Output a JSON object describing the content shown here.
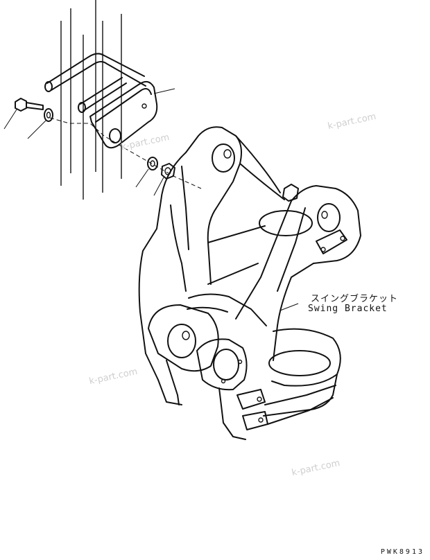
{
  "part": {
    "name_jp": "スイングブラケット",
    "name_en": "Swing Bracket"
  },
  "drawing_code": "PWK8913",
  "watermarks": [
    "k-part.com",
    "k-part.com",
    "k-part.com",
    "k-part.com"
  ],
  "colors": {
    "line": "#111111",
    "watermark": "#cfcfcf",
    "background": "#ffffff"
  }
}
